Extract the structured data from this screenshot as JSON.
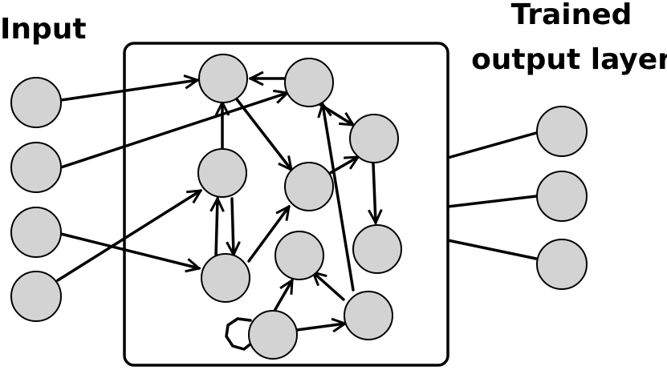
{
  "labels": {
    "input": "Input",
    "output_line1": "Trained",
    "output_line2": "output layer"
  },
  "colors": {
    "node_fill": "#d3d3d3",
    "stroke": "#000000",
    "background": "#ffffff"
  }
}
